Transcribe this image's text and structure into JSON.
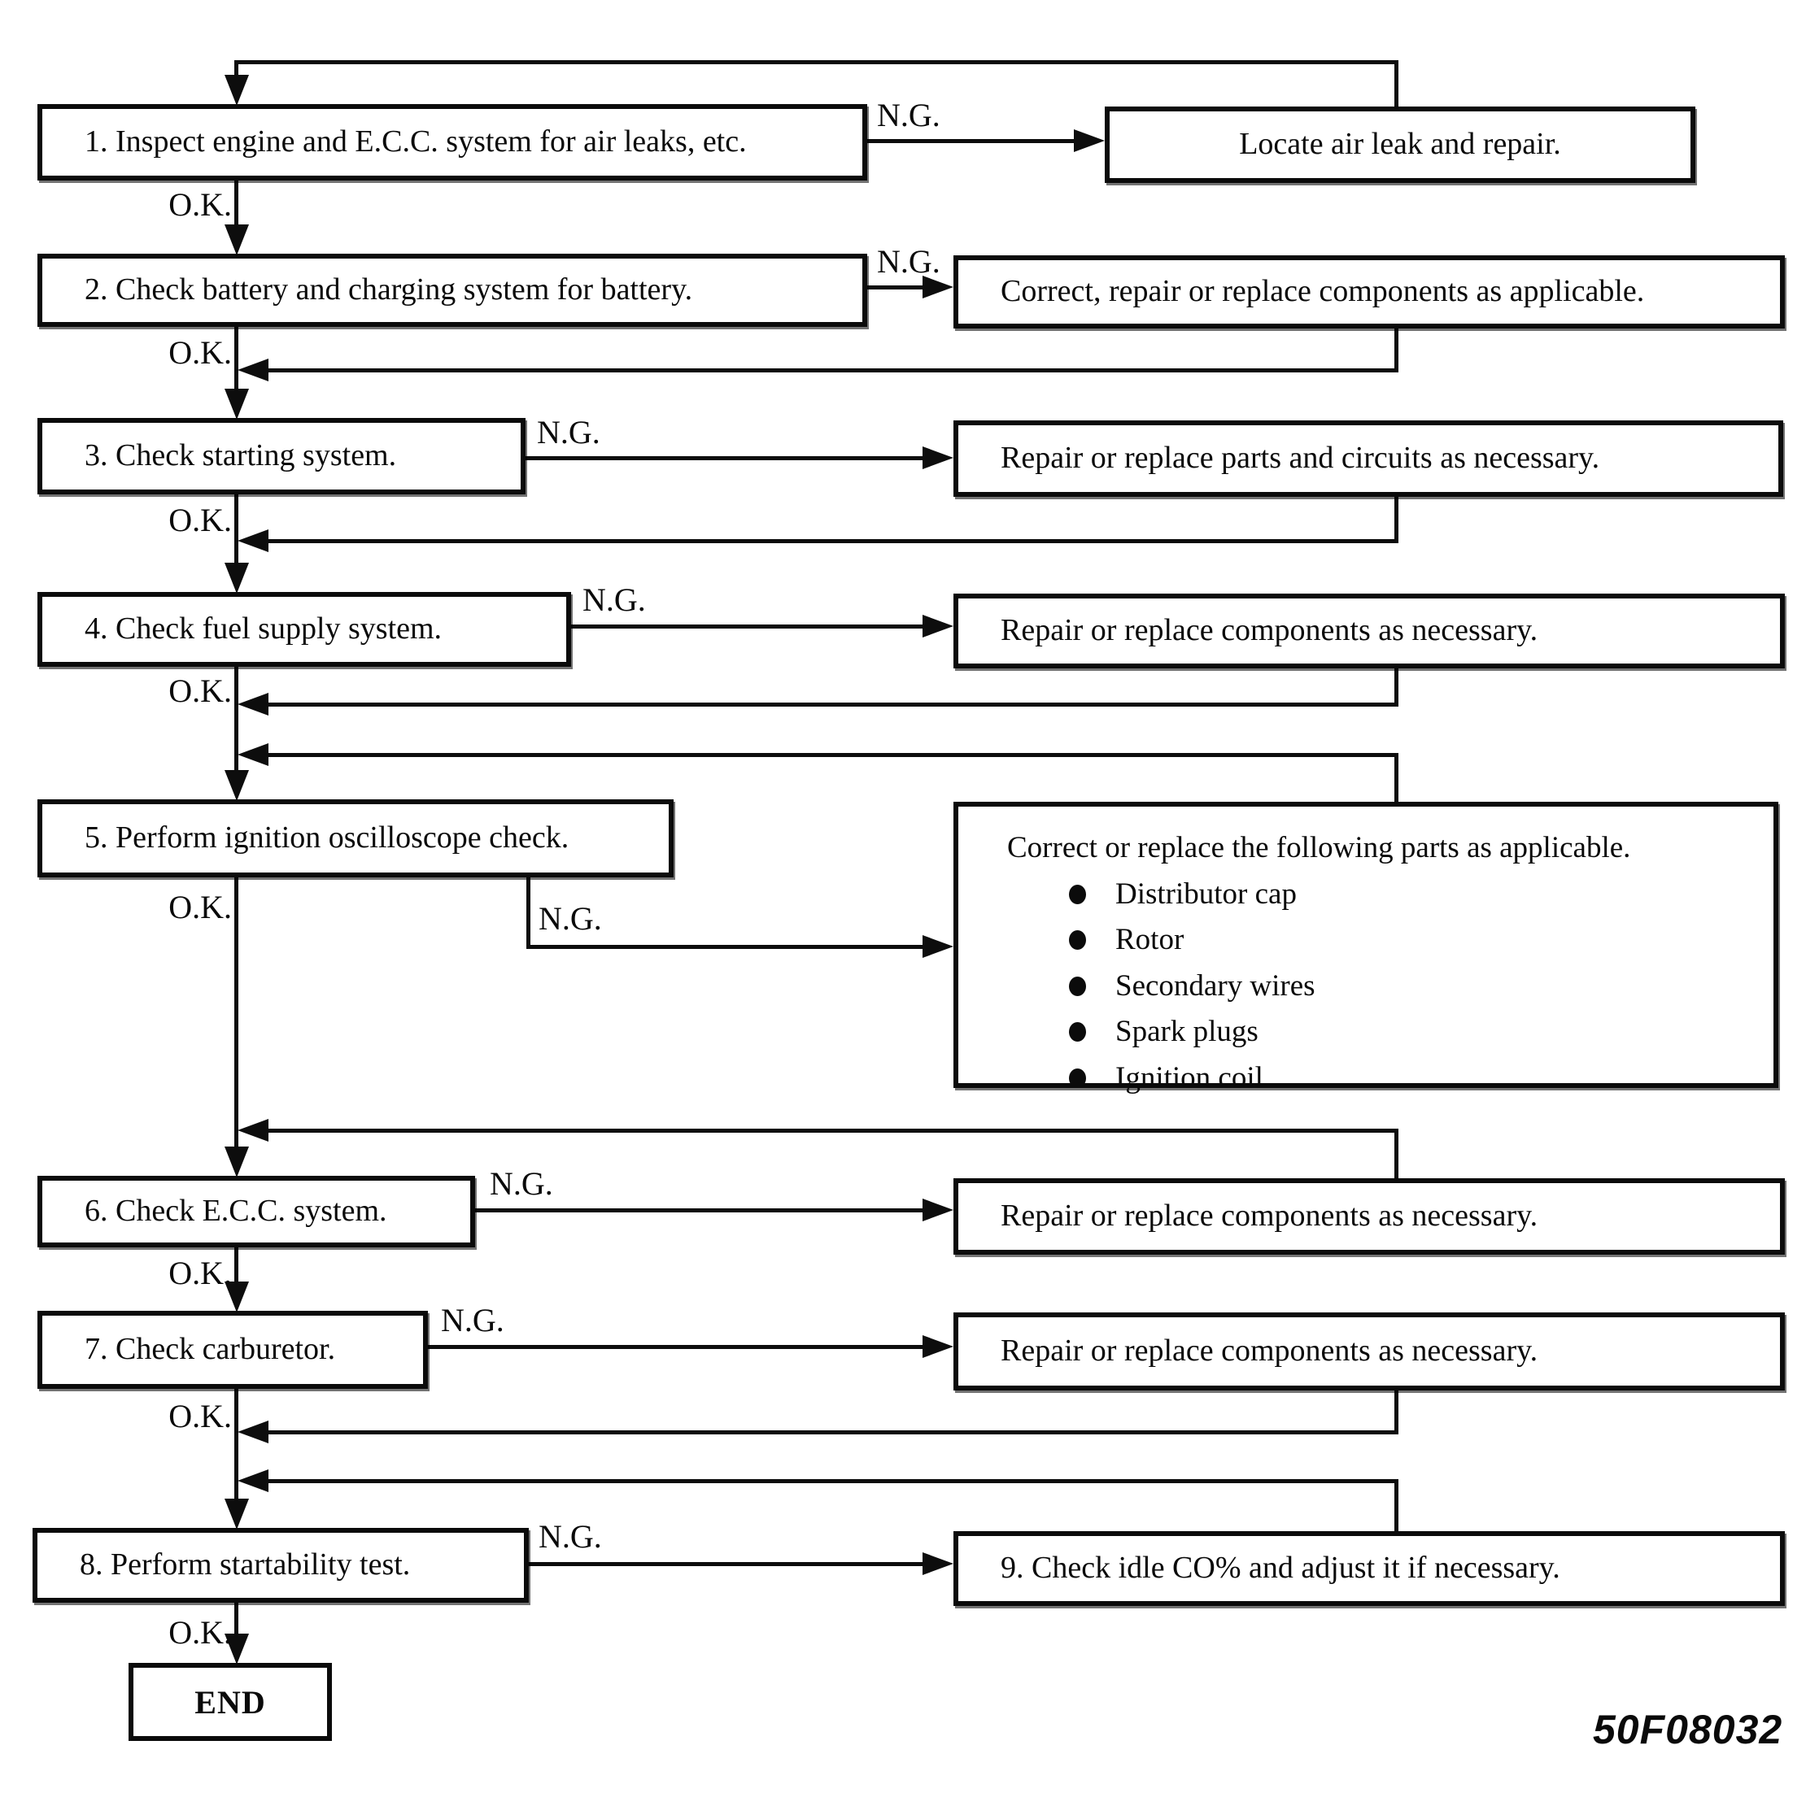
{
  "diagram": {
    "figure_id": "50F08032",
    "edge_labels": {
      "ok": "O.K.",
      "ng": "N.G."
    },
    "end_label": "END",
    "line_color": "#0d0d0d",
    "steps": [
      {
        "id": 1,
        "label": "1.  Inspect engine and E.C.C. system for air leaks, etc."
      },
      {
        "id": 2,
        "label": "2.  Check battery and charging system for battery."
      },
      {
        "id": 3,
        "label": "3.  Check starting system."
      },
      {
        "id": 4,
        "label": "4.  Check fuel supply system."
      },
      {
        "id": 5,
        "label": "5.  Perform ignition oscilloscope check."
      },
      {
        "id": 6,
        "label": "6.  Check E.C.C. system."
      },
      {
        "id": 7,
        "label": "7.  Check carburetor."
      },
      {
        "id": 8,
        "label": "8.  Perform startability test."
      }
    ],
    "actions": [
      {
        "for_step": 1,
        "label": "Locate air leak and repair."
      },
      {
        "for_step": 2,
        "label": "Correct, repair or replace components as applicable."
      },
      {
        "for_step": 3,
        "label": "Repair or replace parts and circuits as necessary."
      },
      {
        "for_step": 4,
        "label": "Repair or replace components as necessary."
      },
      {
        "for_step": 5,
        "title": "Correct or replace the following parts as applicable.",
        "items": [
          "Distributor cap",
          "Rotor",
          "Secondary wires",
          "Spark plugs",
          "Ignition coil"
        ]
      },
      {
        "for_step": 6,
        "label": "Repair or replace components as necessary."
      },
      {
        "for_step": 7,
        "label": "Repair or replace components as necessary."
      },
      {
        "for_step": 8,
        "label": "9.  Check idle CO% and adjust it if necessary."
      }
    ]
  }
}
